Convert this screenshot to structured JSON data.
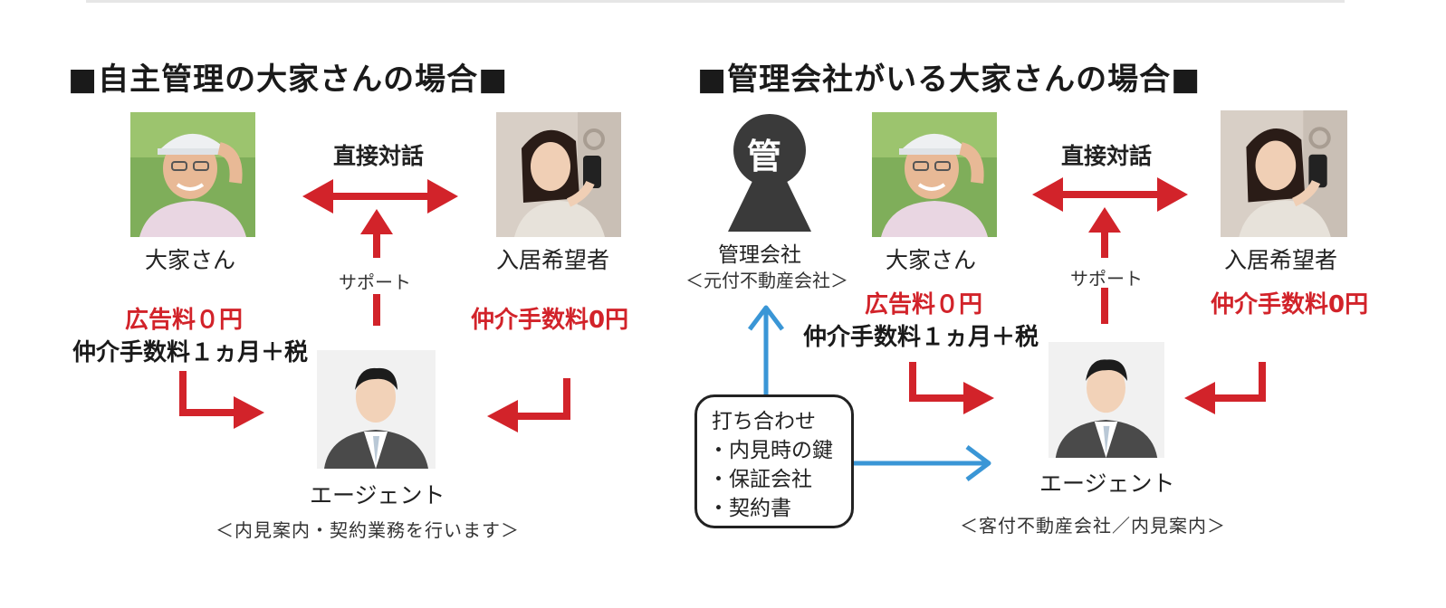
{
  "left": {
    "title": "■自主管理の大家さんの場合■",
    "dialogue": "直接対話",
    "landlord": "大家さん",
    "tenant": "入居希望者",
    "support": "サポート",
    "landlord_fee": "広告料０円",
    "landlord_fee2": "仲介手数料１ヵ月＋税",
    "tenant_fee": "仲介手数料0円",
    "agent": "エージェント",
    "agent_note": "＜内見案内・契約業務を行います＞"
  },
  "right": {
    "title": "■管理会社がいる大家さんの場合■",
    "kan_char": "管",
    "mgmt": "管理会社",
    "mgmt_note": "＜元付不動産会社＞",
    "dialogue": "直接対話",
    "landlord": "大家さん",
    "tenant": "入居希望者",
    "support": "サポート",
    "landlord_fee": "広告料０円",
    "landlord_fee2": "仲介手数料１ヵ月＋税",
    "tenant_fee": "仲介手数料0円",
    "agent": "エージェント",
    "agent_note": "＜客付不動産会社／内見案内＞",
    "box_lines": [
      "打ち合わせ",
      "・内見時の鍵",
      "・保証会社",
      "・契約書"
    ]
  },
  "colors": {
    "red": "#d2232a",
    "blue": "#3a96d6",
    "dark": "#333333"
  }
}
